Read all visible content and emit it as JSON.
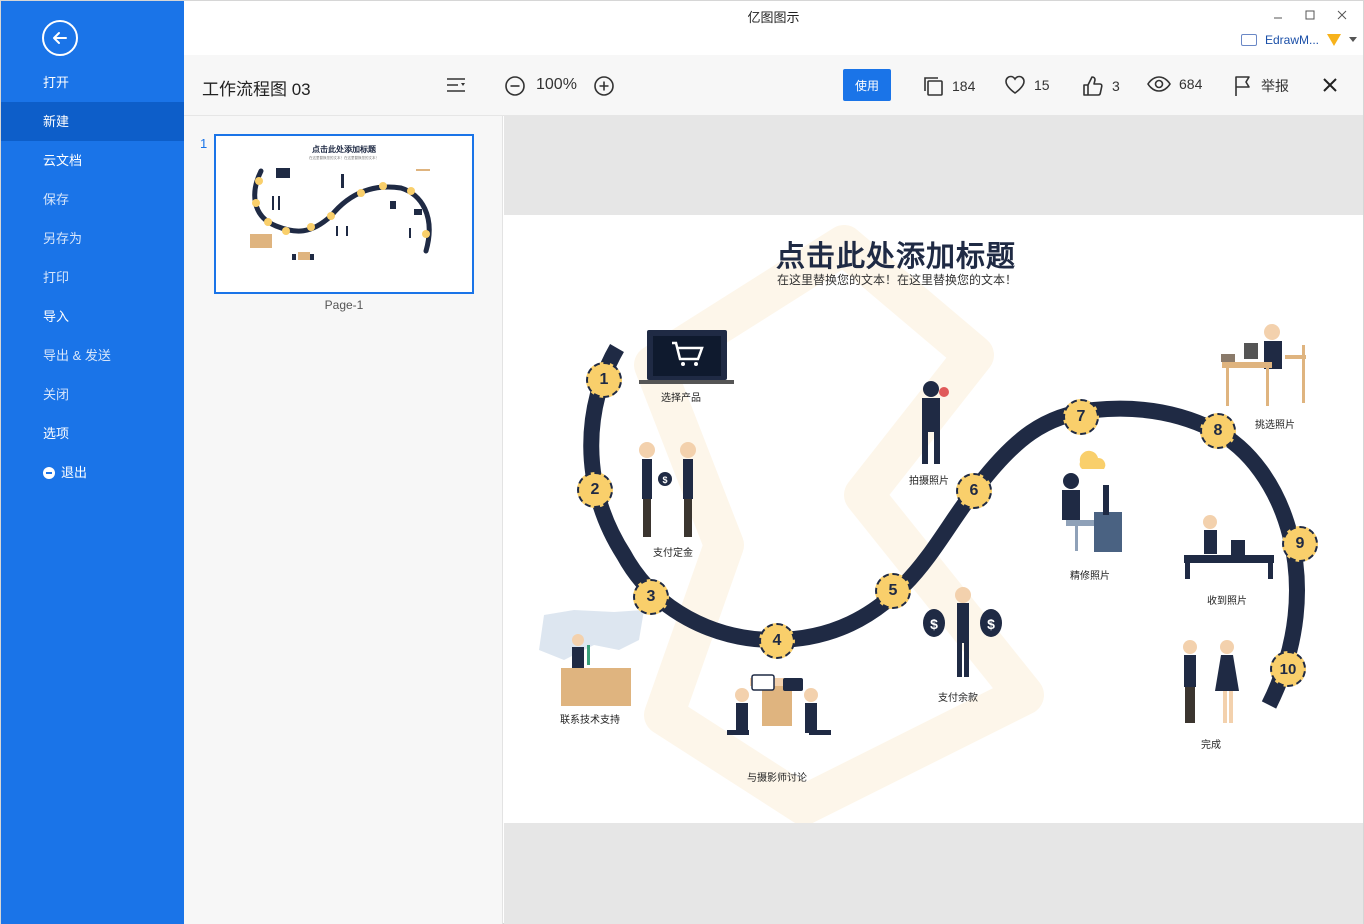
{
  "window": {
    "title": "亿图图示",
    "user_name": "EdrawM..."
  },
  "sidebar": {
    "items": [
      {
        "label": "打开"
      },
      {
        "label": "新建"
      },
      {
        "label": "云文档"
      },
      {
        "label": "保存"
      },
      {
        "label": "另存为"
      },
      {
        "label": "打印"
      },
      {
        "label": "导入"
      },
      {
        "label": "导出 & 发送"
      },
      {
        "label": "关闭"
      },
      {
        "label": "选项"
      },
      {
        "label": "退出"
      }
    ],
    "active_index": 1
  },
  "toolbar": {
    "doc_name": "工作流程图 03",
    "zoom": "100%",
    "use_label": "使用",
    "copies": "184",
    "likes": "15",
    "thumbs_up": "3",
    "views": "684",
    "report_label": "举报"
  },
  "pages": {
    "index": "1",
    "thumb_title": "点击此处添加标题",
    "label": "Page-1"
  },
  "diagram": {
    "title": "点击此处添加标题",
    "subtitle": "在这里替换您的文本！在这里替换您的文本！",
    "steps": [
      {
        "num": "1",
        "label": "选择产品"
      },
      {
        "num": "2",
        "label": "支付定金"
      },
      {
        "num": "3",
        "label": "联系技术支持"
      },
      {
        "num": "4",
        "label": "与摄影师讨论"
      },
      {
        "num": "5",
        "label": "支付余款"
      },
      {
        "num": "6",
        "label": "拍摄照片"
      },
      {
        "num": "7",
        "label": "精修照片"
      },
      {
        "num": "8",
        "label": "挑选照片"
      },
      {
        "num": "9",
        "label": "收到照片"
      },
      {
        "num": "10",
        "label": "完成"
      }
    ]
  },
  "colors": {
    "accent": "#1a74e8",
    "path": "#1f2a44",
    "marker": "#f9cf6b",
    "skin": "#f3d1ad",
    "desk": "#dfb47f"
  }
}
